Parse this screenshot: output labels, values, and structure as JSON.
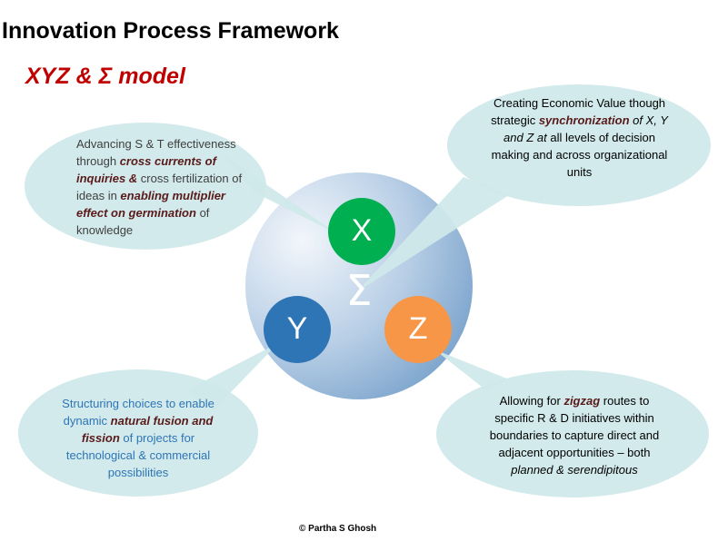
{
  "header": {
    "title": "Innovation Process Framework",
    "subtitle": "XYZ & Σ model"
  },
  "colors": {
    "title": "#000000",
    "subtitle": "#c00000",
    "callout_fill": "#cfe8ea",
    "sphere_light": "#f2f6fb",
    "sphere_dark": "#7aa3cc",
    "node_x": "#00b050",
    "node_y": "#2e75b6",
    "node_z": "#f79646",
    "emphasis": "#5a1a1a"
  },
  "hub": {
    "symbol": "Σ",
    "nodes": {
      "x": {
        "label": "X"
      },
      "y": {
        "label": "Y"
      },
      "z": {
        "label": "Z"
      }
    }
  },
  "callouts": {
    "x": {
      "p1": "Advancing S & T effectiveness",
      "p2": "through ",
      "e1": "cross currents of inquiries &",
      "p3": " cross fertilization of ideas in ",
      "e2": "enabling multiplier effect on germination",
      "p4": " of knowledge"
    },
    "sync": {
      "p1": "Creating Economic Value though strategic ",
      "e1": "synchronization",
      "i1": " of X, Y and Z at",
      "p2": " all levels of decision making and across organizational units"
    },
    "y": {
      "p1": "Structuring choices to enable dynamic ",
      "e1": "natural fusion and fission",
      "p2": " of projects for technological & commercial possibilities"
    },
    "z": {
      "p1": "Allowing for ",
      "e1": "zigzag",
      "p2": " routes to specific R & D initiatives within boundaries  to capture direct and adjacent opportunities – both ",
      "i1": "planned & serendipitous"
    }
  },
  "footer": {
    "copyright": "© Partha S Ghosh"
  }
}
